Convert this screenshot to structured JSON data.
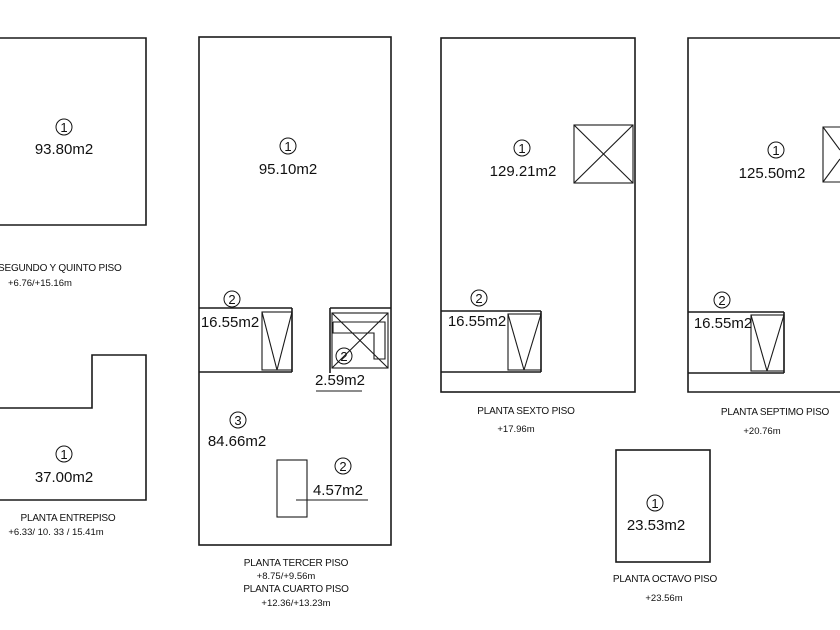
{
  "rooms": [
    {
      "num": "1",
      "area": "93.80m2"
    },
    {
      "num": "1",
      "area": "37.00m2"
    },
    {
      "num": "1",
      "area": "95.10m2"
    },
    {
      "num": "2",
      "area": "16.55m2"
    },
    {
      "num": "2",
      "area": "2.59m2"
    },
    {
      "num": "3",
      "area": "84.66m2"
    },
    {
      "num": "2",
      "area": "4.57m2"
    },
    {
      "num": "1",
      "area": "129.21m2"
    },
    {
      "num": "2",
      "area": "16.55m2"
    },
    {
      "num": "1",
      "area": "125.50m2"
    },
    {
      "num": "2",
      "area": "16.55m2"
    },
    {
      "num": "1",
      "area": "23.53m2"
    }
  ],
  "captions": {
    "segundo_quinto": {
      "title": "SEGUNDO Y QUINTO PISO",
      "level": "+6.76/+15.16m"
    },
    "entrepiso": {
      "title": "PLANTA ENTREPISO",
      "level": "+6.33/ 10. 33 / 15.41m"
    },
    "tercer": {
      "title": "PLANTA TERCER PISO",
      "level": "+8.75/+9.56m"
    },
    "cuarto": {
      "title": "PLANTA CUARTO PISO",
      "level": "+12.36/+13.23m"
    },
    "sexto": {
      "title": "PLANTA SEXTO PISO",
      "level": "+17.96m"
    },
    "septimo": {
      "title": "PLANTA SEPTIMO PISO",
      "level": "+20.76m"
    },
    "octavo": {
      "title": "PLANTA OCTAVO PISO",
      "level": "+23.56m"
    }
  }
}
